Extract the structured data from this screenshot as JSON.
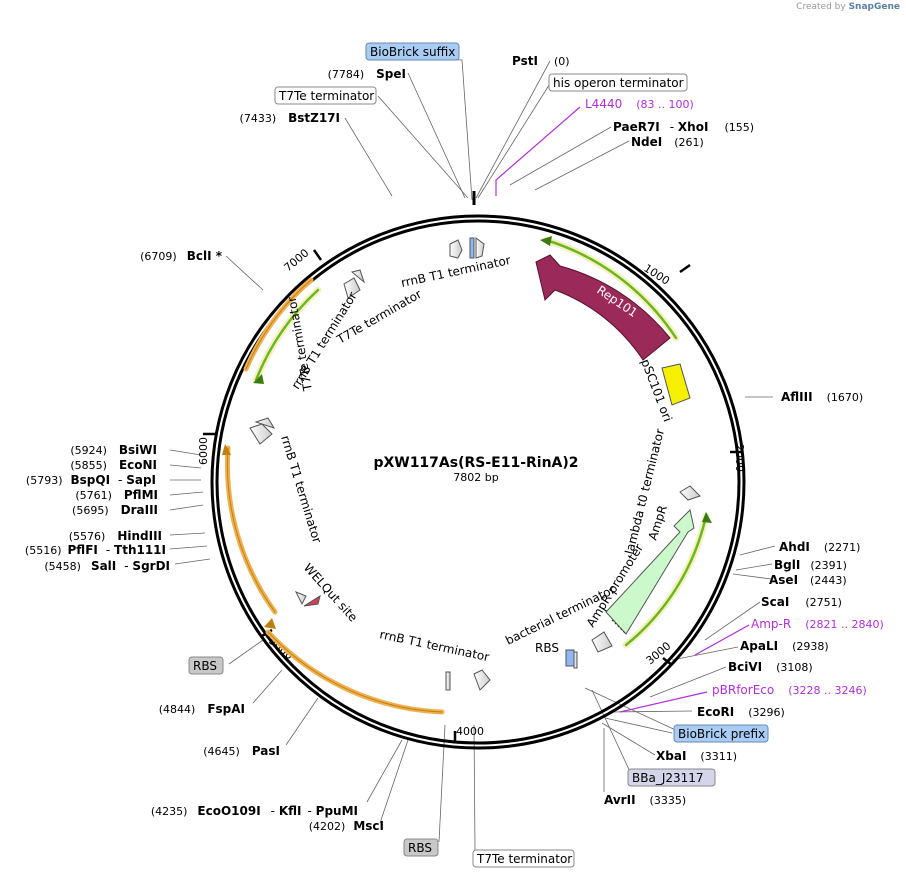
{
  "credit": {
    "prefix": "Created by",
    "brand": "SnapGene"
  },
  "plasmid": {
    "name": "pXW117As(RS-E11-RinA)2",
    "size_label": "7802 bp"
  },
  "ticks": [
    "1000",
    "2000",
    "3000",
    "4000",
    "5000",
    "6000",
    "7000"
  ],
  "features": [
    {
      "id": "rep101",
      "label": "Rep101",
      "color": "#9b2a5a"
    },
    {
      "id": "psc101-ori",
      "label": "pSC101 ori",
      "color": "#f4f000"
    },
    {
      "id": "ampr",
      "label": "AmpR",
      "color": "#ccf9cc"
    }
  ],
  "inner_labels": [
    "rrnB T1 terminator",
    "T7Te terminator",
    "rrnB T1 terminator",
    "T7Te terminator",
    "rrnB T1 terminator",
    "lambda t0 terminator",
    "AmpR promoter",
    "bacterial terminator",
    "RBS",
    "rrnB T1 terminator",
    "WELQut site",
    "T7Te terminator"
  ],
  "sites": [
    {
      "name": "PstI",
      "pos": "(0)"
    },
    {
      "name": "PaeR7I",
      "extra": "XhoI",
      "pos": "(155)"
    },
    {
      "name": "NdeI",
      "pos": "(261)"
    },
    {
      "name": "AflIII",
      "pos": "(1670)"
    },
    {
      "name": "AhdI",
      "pos": "(2271)"
    },
    {
      "name": "BglI",
      "pos": "(2391)"
    },
    {
      "name": "AseI",
      "pos": "(2443)"
    },
    {
      "name": "ScaI",
      "pos": "(2751)"
    },
    {
      "name": "ApaLI",
      "pos": "(2938)"
    },
    {
      "name": "BciVI",
      "pos": "(3108)"
    },
    {
      "name": "EcoRI",
      "pos": "(3296)"
    },
    {
      "name": "XbaI",
      "pos": "(3311)"
    },
    {
      "name": "AvrII",
      "pos": "(3335)"
    },
    {
      "name": "MscI",
      "pos": "(4202)"
    },
    {
      "name": "EcoO109I",
      "extra": "KflI",
      "extra2": "PpuMI",
      "pos": "(4235)"
    },
    {
      "name": "PasI",
      "pos": "(4645)"
    },
    {
      "name": "FspAI",
      "pos": "(4844)"
    },
    {
      "name": "SalI",
      "extra": "SgrDI",
      "pos": "(5458)"
    },
    {
      "name": "PflFI",
      "extra": "Tth111I",
      "pos": "(5516)"
    },
    {
      "name": "HindIII",
      "pos": "(5576)"
    },
    {
      "name": "DraIII",
      "pos": "(5695)"
    },
    {
      "name": "PflMI",
      "pos": "(5761)"
    },
    {
      "name": "BspQI",
      "extra": "SapI",
      "pos": "(5793)"
    },
    {
      "name": "EcoNI",
      "pos": "(5855)"
    },
    {
      "name": "BsiWI",
      "pos": "(5924)"
    },
    {
      "name": "BclI *",
      "pos": "(6709)"
    },
    {
      "name": "BstZ17I",
      "pos": "(7433)"
    },
    {
      "name": "SpeI",
      "pos": "(7784)"
    }
  ],
  "primers": [
    {
      "name": "L4440",
      "range": "(83 .. 100)",
      "color": "#b030d8"
    },
    {
      "name": "Amp-R",
      "range": "(2821 .. 2840)",
      "color": "#b030d8"
    },
    {
      "name": "pBRforEco",
      "range": "(3228 .. 3246)",
      "color": "#b030d8"
    }
  ],
  "boxed": [
    {
      "label": "BioBrick suffix",
      "kind": "blue"
    },
    {
      "label": "his operon terminator",
      "kind": "white"
    },
    {
      "label": "T7Te terminator",
      "kind": "white"
    },
    {
      "label": "BioBrick prefix",
      "kind": "blue"
    },
    {
      "label": "BBa_J23117",
      "kind": "lavender"
    },
    {
      "label": "RBS",
      "kind": "gray"
    },
    {
      "label": "RBS",
      "kind": "gray"
    },
    {
      "label": "T7Te terminator",
      "kind": "white"
    }
  ]
}
